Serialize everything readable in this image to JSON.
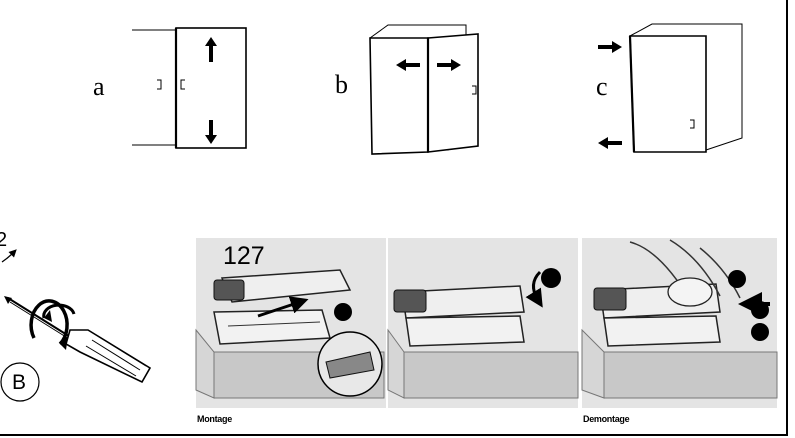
{
  "top_figures": {
    "a": {
      "label": "a"
    },
    "b": {
      "label": "b"
    },
    "c": {
      "label": "c"
    }
  },
  "tool_figure": {
    "circle_label": "B",
    "partial_label": "2"
  },
  "photos": {
    "number": "127",
    "caption_left": "Montage",
    "caption_right": "Demontage"
  },
  "colors": {
    "photo_bg": "#e4e4e4",
    "ink": "#000000"
  }
}
